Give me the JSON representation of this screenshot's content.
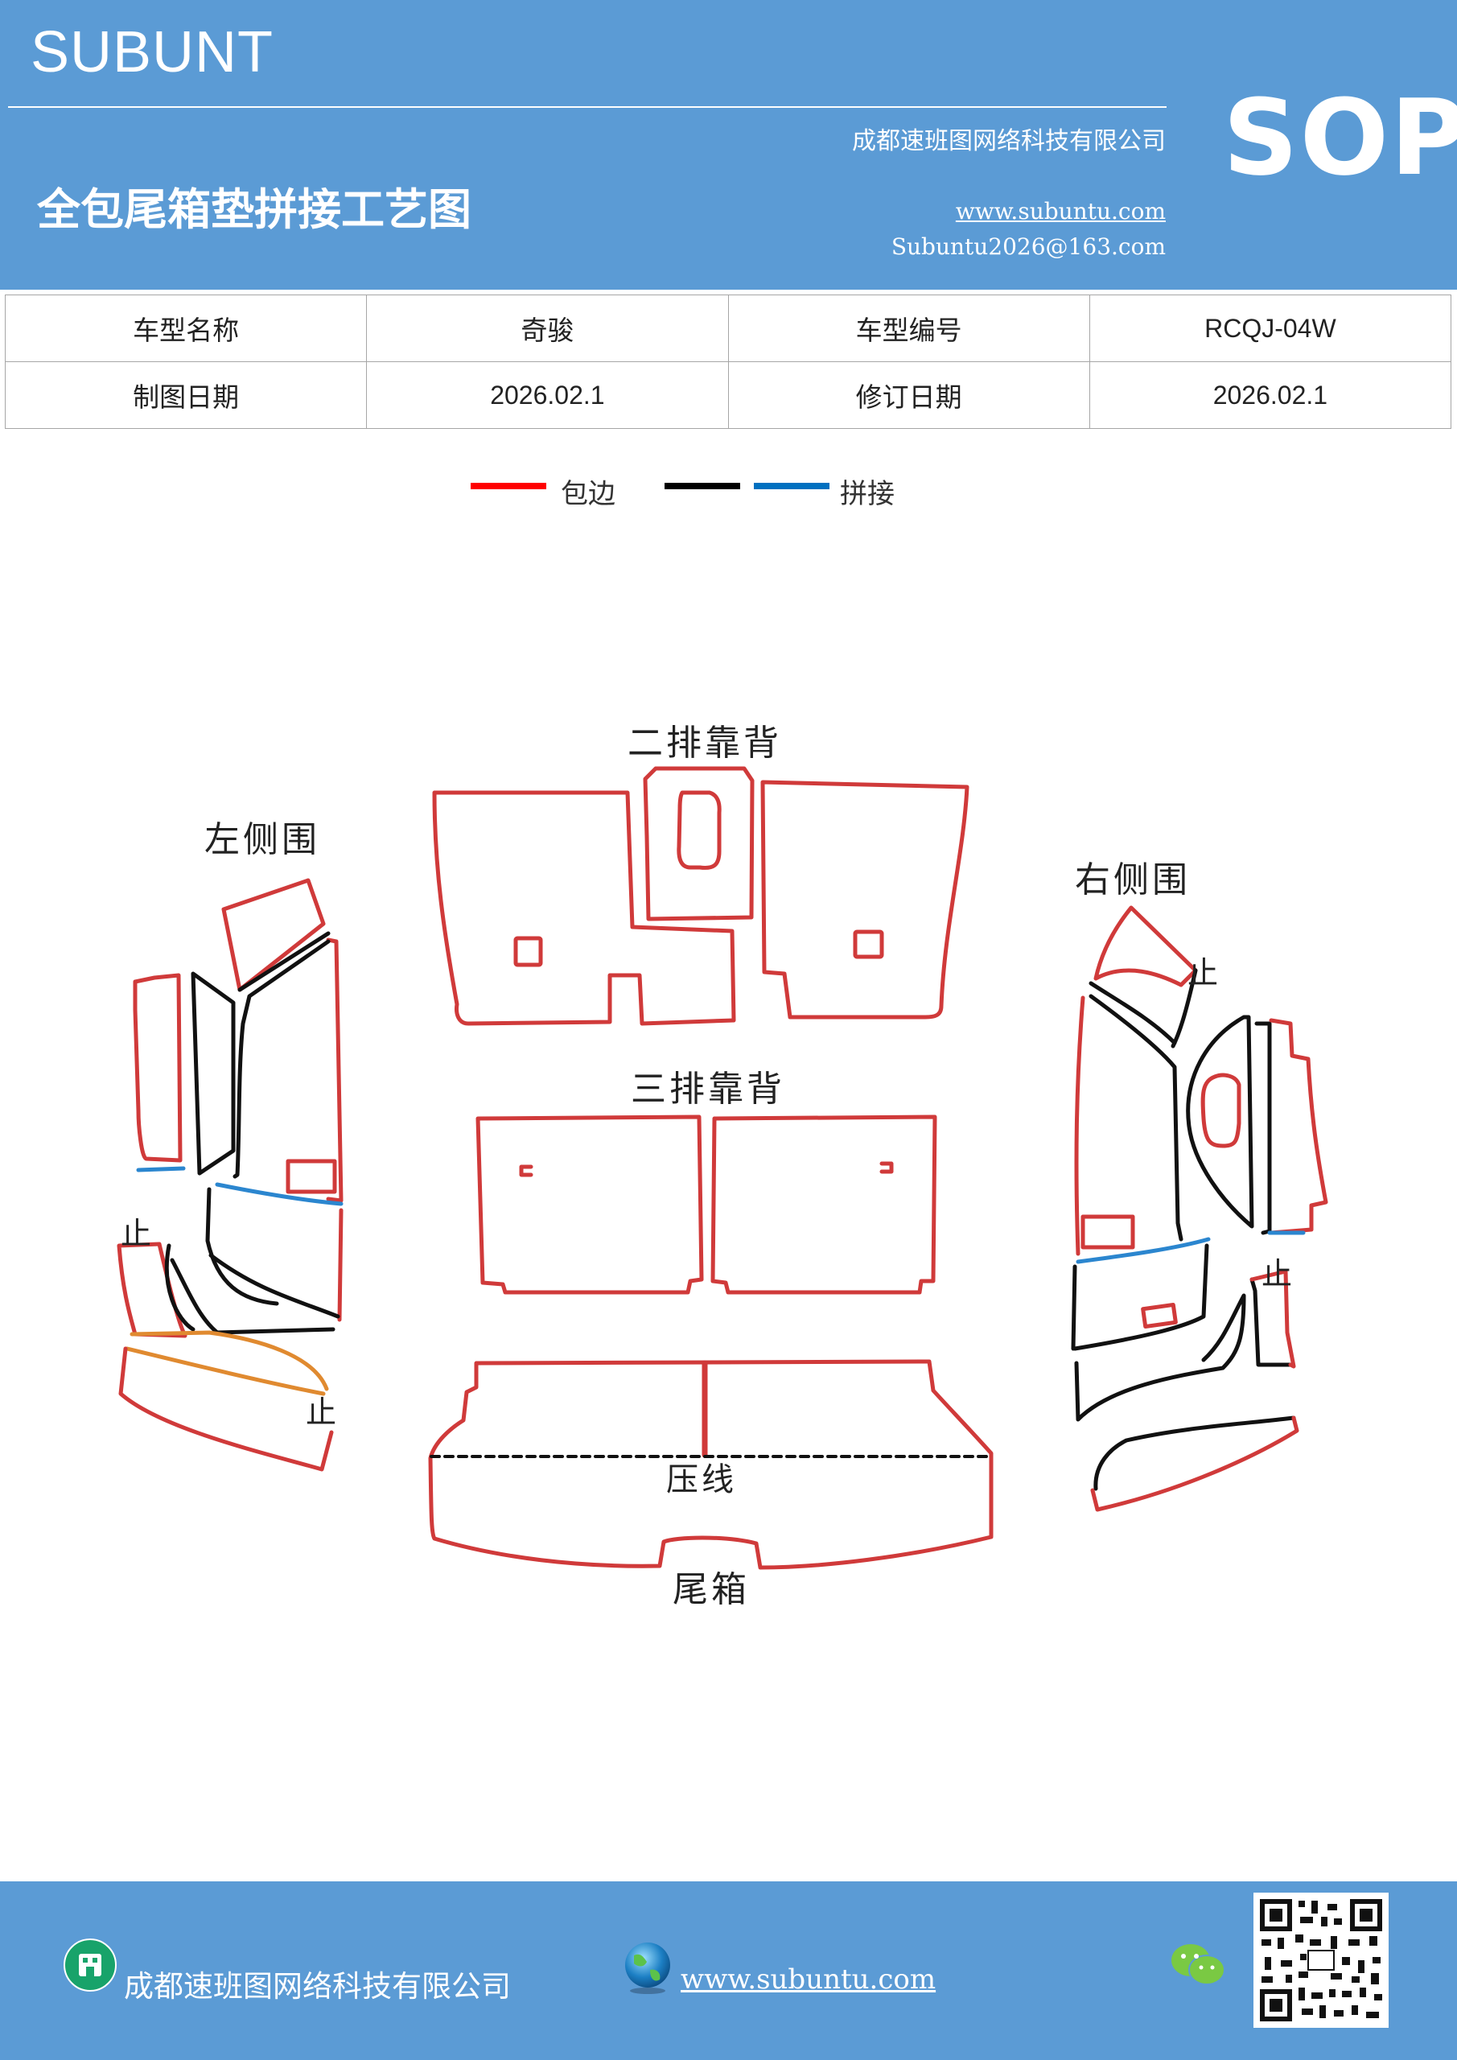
{
  "header": {
    "brand": "SUBUNT",
    "company": "成都速班图网络科技有限公司",
    "title": "全包尾箱垫拼接工艺图",
    "url": "www.subuntu.com",
    "email": "Subuntu2026@163.com",
    "badge": "SOP"
  },
  "info": {
    "rows": [
      [
        "车型名称",
        "奇骏",
        "车型编号",
        "RCQJ-04W"
      ],
      [
        "制图日期",
        "2026.02.1",
        "修订日期",
        "2026.02.1"
      ]
    ]
  },
  "legend": {
    "items": [
      {
        "color": "#ff0000",
        "label": "包边"
      },
      {
        "color": "#000000",
        "label": ""
      },
      {
        "color": "#0070c0",
        "label": "拼接"
      }
    ]
  },
  "diagram": {
    "labels": {
      "second_row": "二排靠背",
      "third_row": "三排靠背",
      "left_side": "左侧围",
      "right_side": "右侧围",
      "press_line": "压线",
      "trunk": "尾箱",
      "stop": "止"
    },
    "colors": {
      "edge": "#d03a3a",
      "seam": "#111111",
      "join": "#2b86cf",
      "orange": "#e08a30"
    }
  },
  "footer": {
    "company": "成都速班图网络科技有限公司",
    "url": "www.subuntu.com"
  }
}
